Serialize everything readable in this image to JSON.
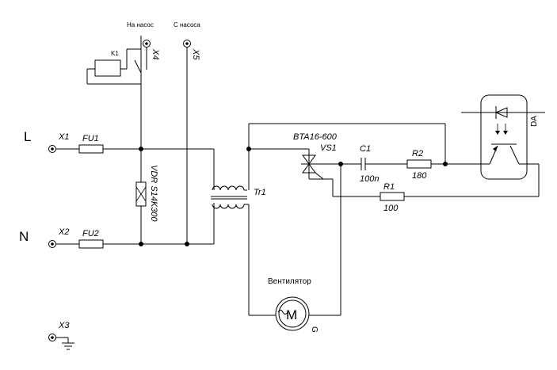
{
  "terminals": {
    "x1": "X1",
    "x2": "X2",
    "x3": "X3",
    "x4": "X4",
    "x5": "X5"
  },
  "lines": {
    "l": "L",
    "n": "N"
  },
  "headers": {
    "to_pump": "На насос",
    "from_pump": "С насоса"
  },
  "components": {
    "fu1": "FU1",
    "fu2": "FU2",
    "relay_coil": "K1",
    "varistor": "VDR S14K300",
    "transformer": "Tr1",
    "triac_part": "BTA16-600",
    "triac_ref": "VS1",
    "c1_ref": "C1",
    "c1_value": "100n",
    "r2_ref": "R2",
    "r2_value": "180",
    "r1_ref": "R1",
    "r1_value": "100",
    "optocoupler": "DA",
    "fan_label": "Вентилятор",
    "motor_letter": "M",
    "motor_ref": "G"
  }
}
